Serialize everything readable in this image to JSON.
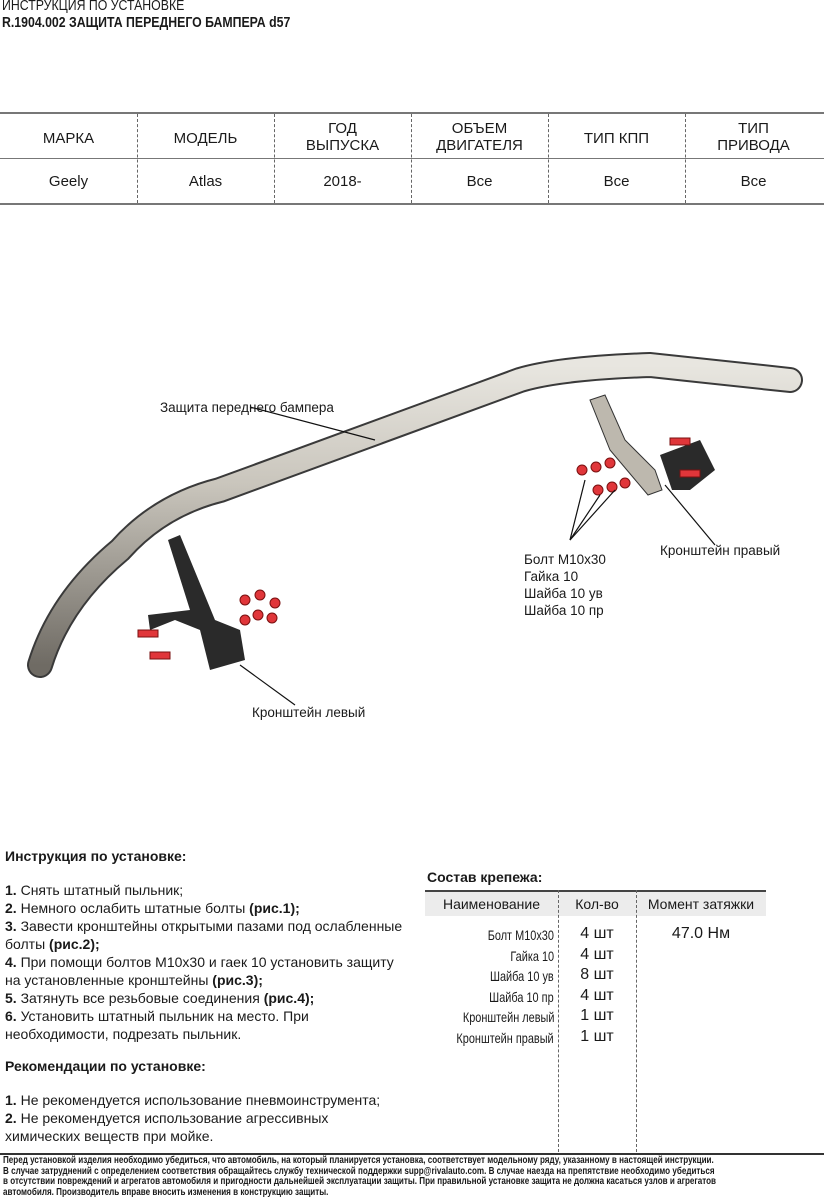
{
  "header": {
    "subtitle": "ИНСТРУКЦИЯ ПО УСТАНОВКЕ",
    "title": "R.1904.002 ЗАЩИТА ПЕРЕДНЕГО БАМПЕРА d57"
  },
  "spec_table": {
    "headers": [
      [
        "МАРКА",
        ""
      ],
      [
        "МОДЕЛЬ",
        ""
      ],
      [
        "ГОД",
        "ВЫПУСКА"
      ],
      [
        "ОБЪЕМ",
        "ДВИГАТЕЛЯ"
      ],
      [
        "ТИП КПП",
        ""
      ],
      [
        "ТИП",
        "ПРИВОДА"
      ]
    ],
    "values": [
      "Geely",
      "Atlas",
      "2018-",
      "Все",
      "Все",
      "Все"
    ]
  },
  "diagram": {
    "label_bar": "Защита переднего бампера",
    "label_right_bracket": "Кронштейн правый",
    "label_left_bracket": "Кронштейн левый",
    "fasteners": [
      "Болт М10х30",
      "Гайка 10",
      "Шайба 10 ув",
      "Шайба 10 пр"
    ]
  },
  "instructions": {
    "title": "Инструкция по установке:",
    "steps": [
      {
        "n": "1.",
        "text": " Снять штатный пыльник;",
        "ref": ""
      },
      {
        "n": "2.",
        "text": " Немного ослабить штатные болты ",
        "ref": "(рис.1);"
      },
      {
        "n": "3.",
        "text": " Завести кронштейны открытыми пазами под ослабленные болты ",
        "ref": "(рис.2);"
      },
      {
        "n": "4.",
        "text": " При помощи болтов М10х30 и гаек 10 установить защиту на установленные кронштейны ",
        "ref": "(рис.3);"
      },
      {
        "n": "5.",
        "text": " Затянуть все резьбовые соединения ",
        "ref": "(рис.4);"
      },
      {
        "n": "6.",
        "text": " Установить штатный пыльник на место. При необходимости, подрезать пыльник.",
        "ref": ""
      }
    ],
    "rec_title": "Рекомендации по установке:",
    "recs": [
      {
        "n": "1.",
        "text": " Не рекомендуется использование пневмоинструмента;"
      },
      {
        "n": "2.",
        "text": " Не рекомендуется использование агрессивных химических веществ при мойке."
      }
    ]
  },
  "fasteners_table": {
    "title": "Состав крепежа:",
    "headers": [
      "Наименование",
      "Кол-во",
      "Момент затяжки"
    ],
    "rows": [
      [
        "Болт М10х30",
        "4 шт"
      ],
      [
        "Гайка 10",
        "4 шт"
      ],
      [
        "Шайба 10 ув",
        "8 шт"
      ],
      [
        "Шайба 10 пр",
        "4 шт"
      ],
      [
        "Кронштейн левый",
        "1 шт"
      ],
      [
        "Кронштейн правый",
        "1 шт"
      ]
    ],
    "torque": "47.0 Нм"
  },
  "footer": [
    "Перед установкой изделия необходимо убедиться, что автомобиль, на который планируется установка, соответствует модельному ряду, указанному в настоящей инструкции.",
    "В случае затруднений с определением соответствия обращайтесь службу технической поддержки supp@rivalauto.com. В случае наезда на препятствие необходимо убедиться",
    "в отсутствии повреждений и агрегатов автомобиля и пригодности дальнейшей эксплуатации защиты. При правильной установке защита не должна касаться узлов и агрегатов",
    "автомобиля. Производитель вправе вносить изменения в конструкцию защиты."
  ]
}
